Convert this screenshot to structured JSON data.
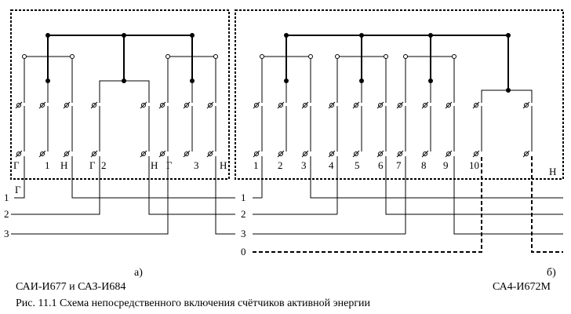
{
  "left_diagram": {
    "terminal_labels": [
      "Г",
      "1",
      "Н",
      "Г",
      "2",
      "Н",
      "Г",
      "3",
      "Н"
    ],
    "part_label": "а)",
    "meter_caption": "САИ-И677 и САЗ-И684"
  },
  "right_diagram": {
    "terminal_labels": [
      "1",
      "2",
      "3",
      "4",
      "5",
      "6",
      "7",
      "8",
      "9",
      "10"
    ],
    "neutral_label": "Н",
    "part_label": "б)",
    "meter_caption": "СА4-И672М"
  },
  "supply_lines": {
    "labels": [
      "1",
      "2",
      "3",
      "0"
    ],
    "ground_label": "Г"
  },
  "figure_caption": "Рис. 11.1 Схема непосредственного включения счётчиков активной энергии"
}
